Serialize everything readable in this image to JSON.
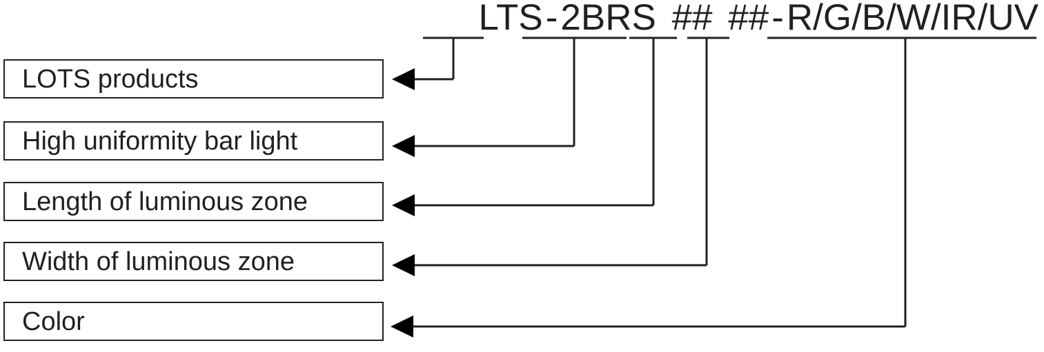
{
  "diagram": {
    "title": "LTS - 2BRS ## ## - R/G/B/W/IR/UV",
    "part_number": {
      "segments": [
        {
          "text": "LTS",
          "underline": true
        },
        {
          "text": "-",
          "underline": false
        },
        {
          "text": "2BRS",
          "underline": true
        },
        {
          "text": "##",
          "underline": true
        },
        {
          "text": "##",
          "underline": true
        },
        {
          "text": "-",
          "underline": false
        },
        {
          "text": "R/G/B/W/IR/UV",
          "underline": true
        }
      ]
    },
    "labels": [
      {
        "id": "lots-products",
        "text": "LOTS products"
      },
      {
        "id": "high-uniformity-bar-light",
        "text": "High uniformity bar light"
      },
      {
        "id": "length-of-luminous-zone",
        "text": "Length of luminous zone"
      },
      {
        "id": "width-of-luminous-zone",
        "text": "Width of luminous zone"
      },
      {
        "id": "color",
        "text": "Color"
      }
    ],
    "colors": {
      "ink": "#231f20",
      "arrow": "#000000",
      "background": "#ffffff"
    }
  }
}
